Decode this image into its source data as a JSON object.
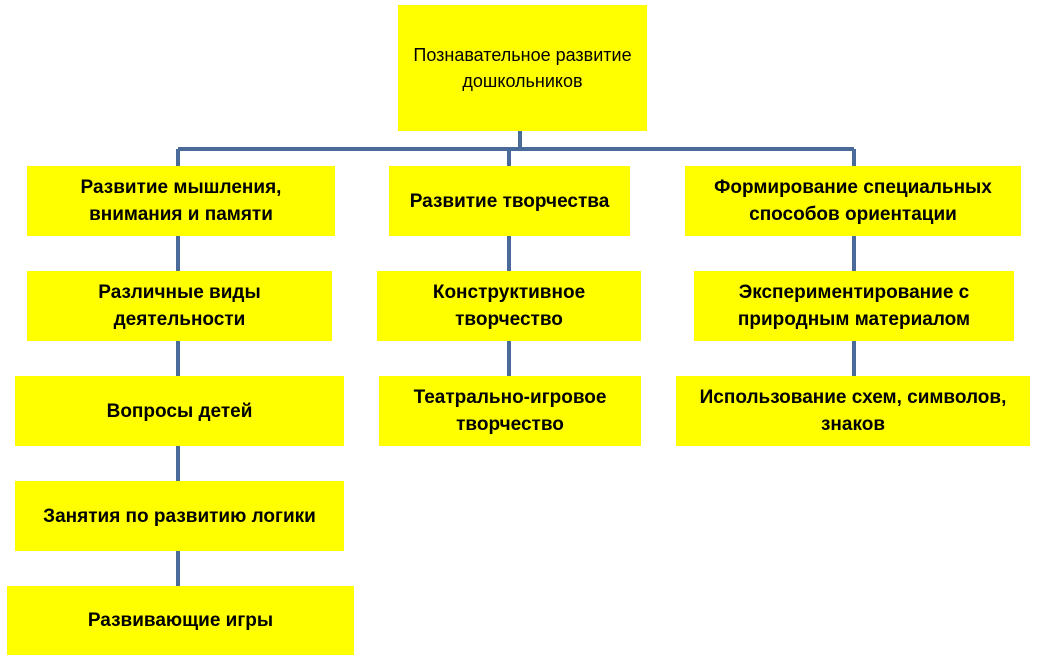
{
  "colors": {
    "box_fill": "#ffff00",
    "connector": "#4a6b9a",
    "text": "#000000"
  },
  "root": {
    "label": "Познавательное развитие дошкольников"
  },
  "branches": [
    {
      "label": "Развитие мышления, внимания и памяти",
      "children": [
        "Различные виды деятельности",
        "Вопросы детей",
        "Занятия по развитию логики",
        "Развивающие игры"
      ]
    },
    {
      "label": "Развитие творчества",
      "children": [
        "Конструктивное творчество",
        "Театрально-игровое творчество"
      ]
    },
    {
      "label": "Формирование специальных способов ориентации",
      "children": [
        "Экспериментирование с природным материалом",
        "Использование схем, символов, знаков"
      ]
    }
  ]
}
